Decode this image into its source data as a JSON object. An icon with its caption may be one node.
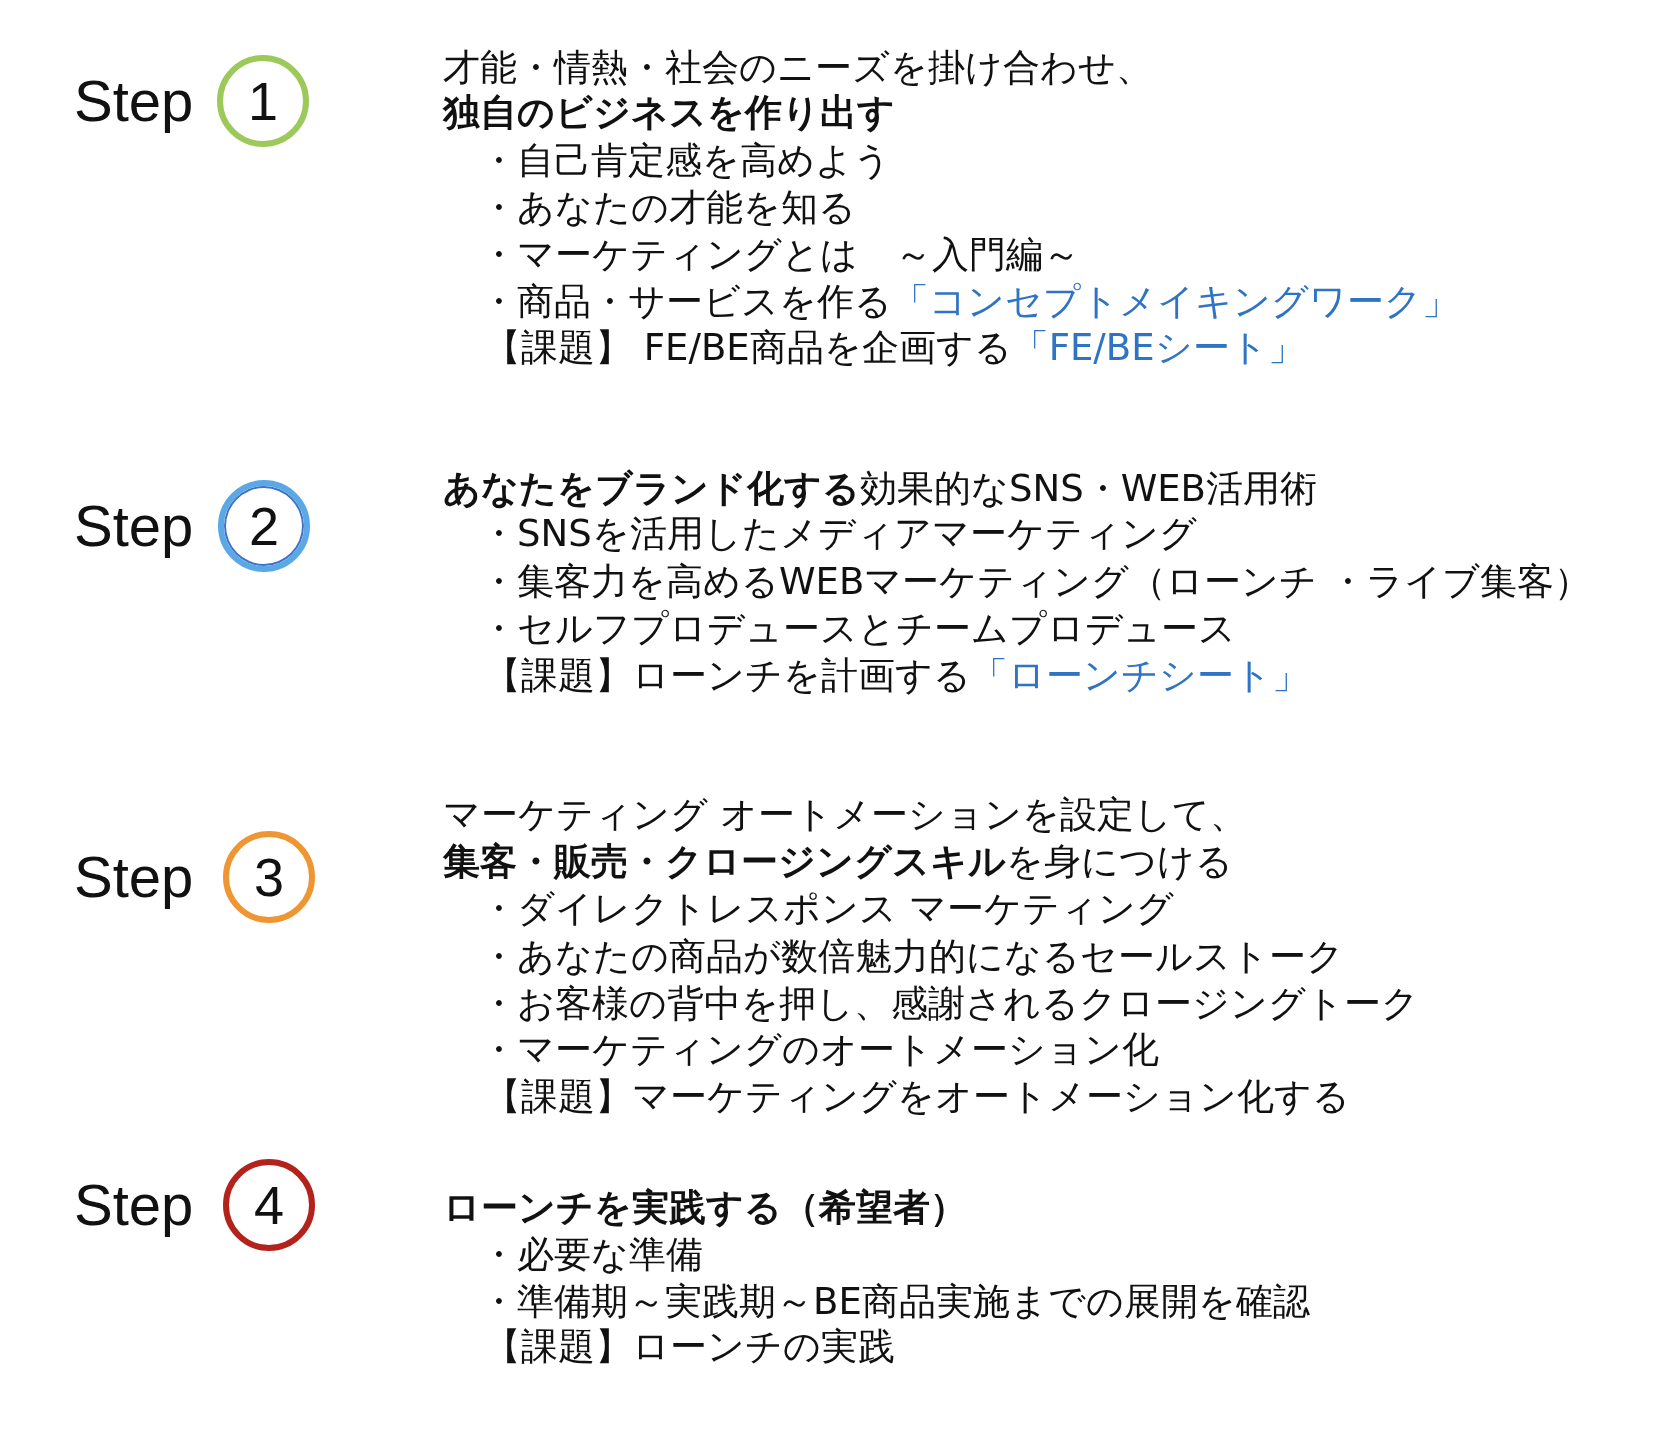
{
  "diagram": {
    "nodes": [
      {
        "text": [
          "1"
        ],
        "beside": [
          "Step"
        ]
      },
      {
        "text": [
          "2"
        ],
        "beside": [
          "Step"
        ]
      },
      {
        "text": [
          "3"
        ],
        "beside": [
          "Step"
        ]
      },
      {
        "text": [
          "4"
        ],
        "beside": [
          "Step"
        ]
      }
    ],
    "labels": [
      "才能・情熱・社会のニーズを掛け合わせ、",
      "独自のビジネスを作り出す",
      "・自己肯定感を高めよう",
      "・あなたの才能を知る",
      "・マーケティングとは　～入門編～",
      "・商品・サービスを作る",
      "「コンセプトメイキングワーク」",
      "【課題】 FE/BE商品を企画する",
      "「FE/BEシート」",
      "**あなたをブランド化する**効果的なSNS・WEB活用術",
      "・SNSを活用したメディアマーケティング",
      "・集客力を高めるWEBマーケティング（ローンチ ・ライブ集客）",
      "・セルフプロデュースとチームプロデュース",
      "【課題】ローンチを計画する",
      "「ローンチシート」",
      "マーケティング オートメーションを設定して、",
      "**集客・販売・クロージングスキル**を身につける",
      "・ダイレクトレスポンス マーケティング",
      "・あなたの商品が数倍魅力的になるセールストーク",
      "・お客様の背中を押し、感謝されるクロージングトーク",
      "・マーケティングのオートメーション化",
      "【課題】マーケティングをオートメーション化する",
      "ローンチを実践する（希望者）",
      "・必要な準備",
      "・準備期～実践期～BE商品実施までの展開を確認",
      "【課題】ローンチの実践"
    ]
  }
}
